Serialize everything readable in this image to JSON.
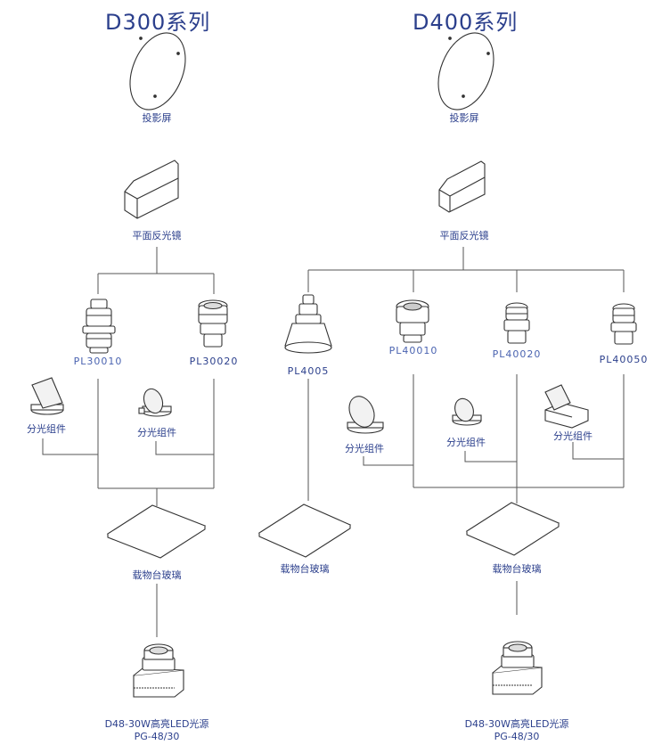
{
  "series": [
    {
      "title": "D300系列"
    },
    {
      "title": "D400系列"
    }
  ],
  "labels": {
    "screen": "投影屏",
    "mirror": "平面反光镜",
    "splitter": "分光组件",
    "stage_glass": "载物台玻璃",
    "light_source": "D48-30W高亮LED光源",
    "light_model": "PG-48/30"
  },
  "lenses": {
    "pl30010": "PL30010",
    "pl30020": "PL30020",
    "pl4005": "PL4005",
    "pl40010": "PL40010",
    "pl40020": "PL40020",
    "pl40050": "PL40050"
  },
  "colors": {
    "title": "#2b3f8c",
    "label": "#2b3f8c",
    "line": "#555555",
    "outline": "#333333"
  }
}
